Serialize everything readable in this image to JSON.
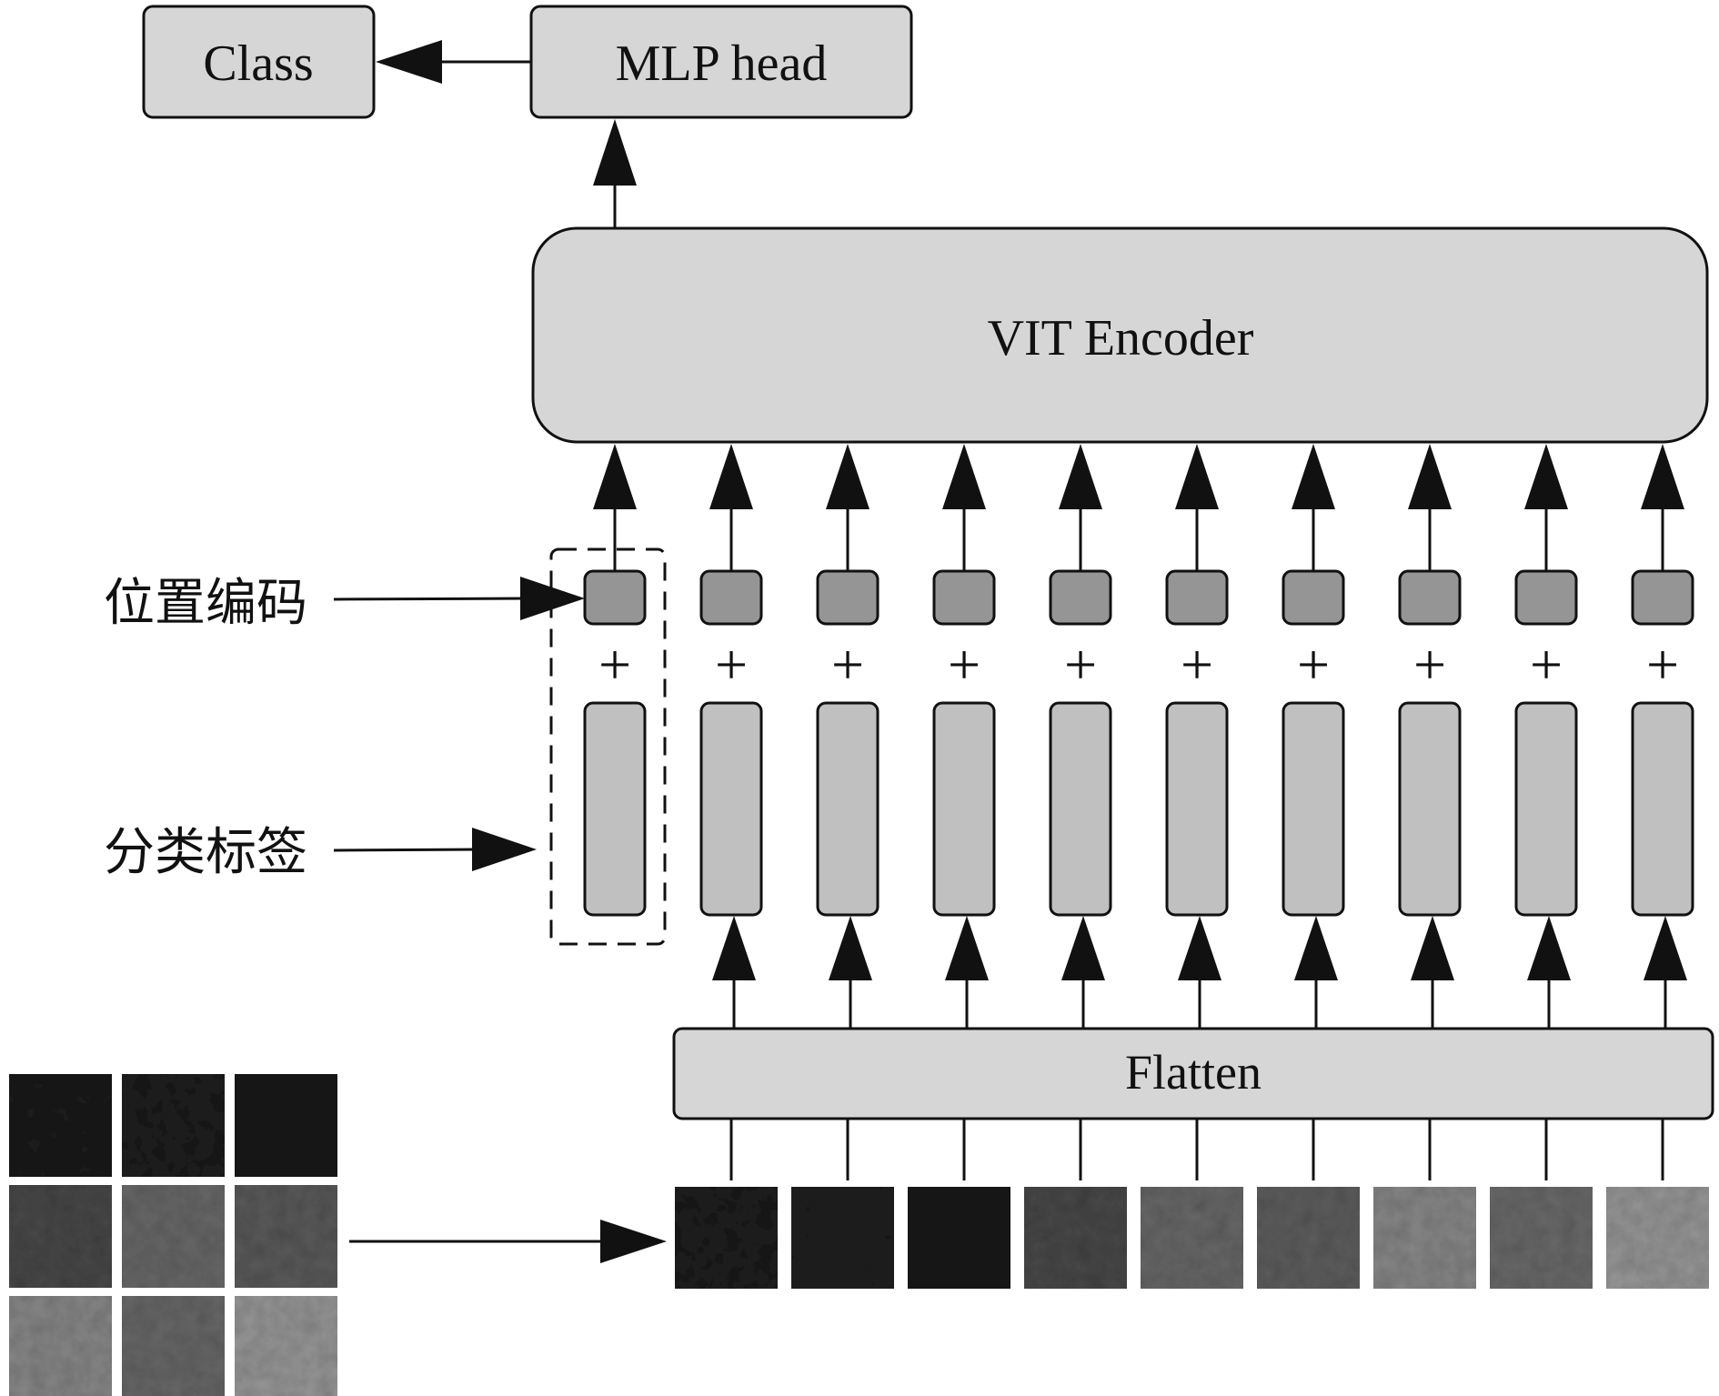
{
  "class_box": {
    "label": "Class"
  },
  "mlp_box": {
    "label": "MLP head"
  },
  "encoder_box": {
    "label": "VIT Encoder"
  },
  "flatten_box": {
    "label": "Flatten"
  },
  "position_label": {
    "text": "位置编码"
  },
  "class_token_label": {
    "text": "分类标签"
  },
  "plus_symbol": "+",
  "token_count": 10,
  "patch_count": 9,
  "colors": {
    "box_fill": "#d6d6d6",
    "token_fill": "#c0c0c0",
    "pos_fill": "#959595",
    "stroke": "#111111"
  }
}
